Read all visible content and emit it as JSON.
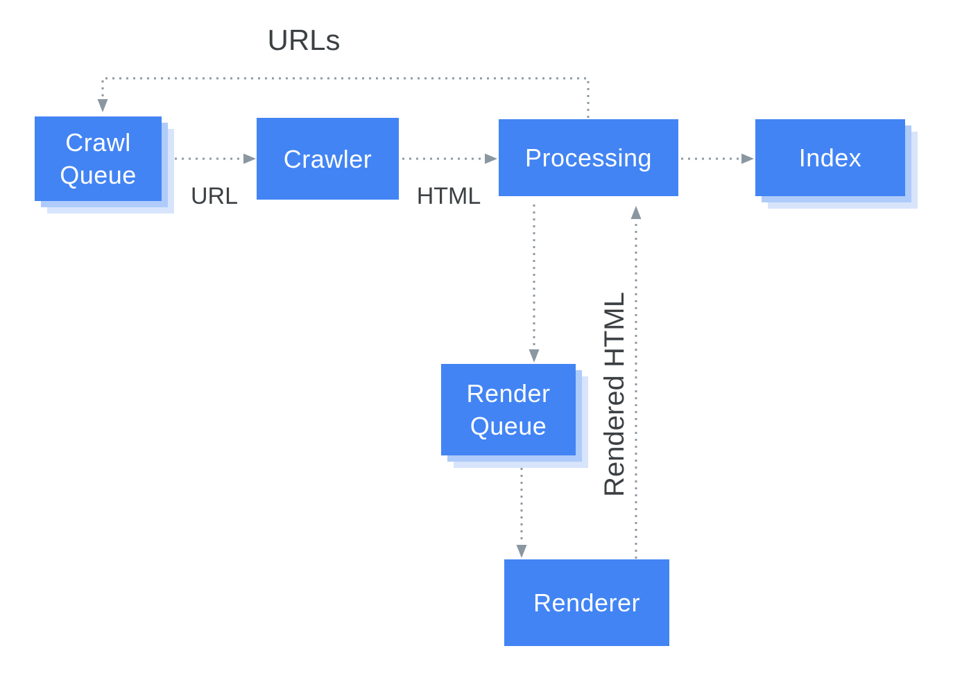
{
  "diagram": {
    "type": "flowchart",
    "description": "Crawling, rendering and indexing pipeline",
    "nodes": {
      "crawl_queue": {
        "label": "Crawl Queue",
        "line1": "Crawl",
        "line2": "Queue",
        "stacked": true
      },
      "crawler": {
        "label": "Crawler",
        "stacked": false
      },
      "processing": {
        "label": "Processing",
        "stacked": false
      },
      "index": {
        "label": "Index",
        "stacked": true
      },
      "render_queue": {
        "label": "Render Queue",
        "line1": "Render",
        "line2": "Queue",
        "stacked": true
      },
      "renderer": {
        "label": "Renderer",
        "stacked": false
      }
    },
    "edges": [
      {
        "from": "crawl_queue",
        "to": "crawler",
        "label": "URL",
        "style": "dotted"
      },
      {
        "from": "crawler",
        "to": "processing",
        "label": "HTML",
        "style": "dotted"
      },
      {
        "from": "processing",
        "to": "index",
        "label": "",
        "style": "dotted"
      },
      {
        "from": "processing",
        "to": "crawl_queue",
        "label": "URLs",
        "style": "dotted"
      },
      {
        "from": "processing",
        "to": "render_queue",
        "label": "",
        "style": "dotted"
      },
      {
        "from": "render_queue",
        "to": "renderer",
        "label": "",
        "style": "dotted"
      },
      {
        "from": "renderer",
        "to": "processing",
        "label": "Rendered HTML",
        "style": "dotted"
      }
    ],
    "edge_labels": {
      "urls": "URLs",
      "url": "URL",
      "html": "HTML",
      "rendered_html": "Rendered HTML"
    }
  },
  "colors": {
    "node_fill": "#4284F4",
    "node_text": "#FFFFFF",
    "stack_shadow_inner": "#AECBFA",
    "stack_shadow_outer": "#D7E4FB",
    "connector": "#8E99A3",
    "arrowhead": "#8A97A1",
    "label_text": "#3C4043",
    "background": "#FFFFFF"
  }
}
